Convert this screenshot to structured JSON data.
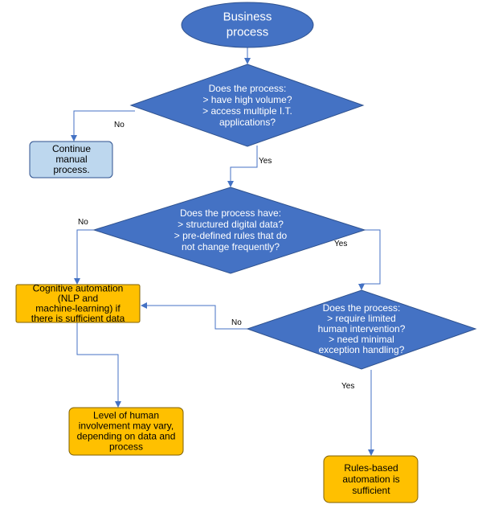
{
  "colors": {
    "blue_node": "#4472c4",
    "blue_node_stroke": "#2f528f",
    "light_blue_node": "#bdd7ee",
    "orange_node": "#ffc000",
    "orange_node_stroke": "#7f6000",
    "connector": "#4472c4"
  },
  "diagram": {
    "start": {
      "label_lines": [
        "Business",
        "process"
      ]
    },
    "decision1": {
      "label_lines": [
        "Does the process:",
        "> have high volume?",
        "> access multiple I.T.",
        "applications?"
      ]
    },
    "manual": {
      "label_lines": [
        "Continue",
        "manual",
        "process."
      ]
    },
    "decision2": {
      "label_lines": [
        "Does the process have:",
        "> structured digital data?",
        "> pre-defined rules that do",
        "not change frequently?"
      ]
    },
    "cognitive": {
      "label_lines": [
        "Cognitive automation",
        "(NLP and",
        "machine-learning) if",
        "there is sufficient data"
      ]
    },
    "decision3": {
      "label_lines": [
        "Does the process:",
        "> require limited",
        "human intervention?",
        "> need minimal",
        "exception handling?"
      ]
    },
    "human": {
      "label_lines": [
        "Level of human",
        "involvement may vary,",
        "depending on data and",
        "process"
      ]
    },
    "rules": {
      "label_lines": [
        "Rules-based",
        "automation is",
        "sufficient"
      ]
    },
    "edges": {
      "d1_no": "No",
      "d1_yes": "Yes",
      "d2_no": "No",
      "d2_yes": "Yes",
      "d3_no": "No",
      "d3_yes": "Yes"
    }
  }
}
